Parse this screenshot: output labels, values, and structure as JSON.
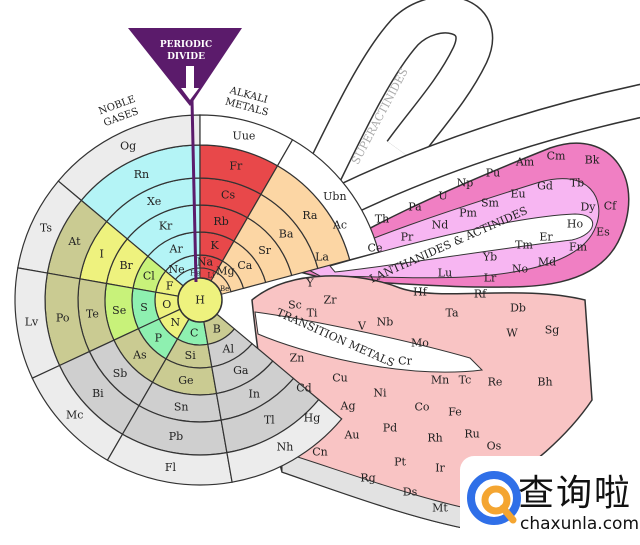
{
  "labels": {
    "divide": [
      "PERIODIC",
      "DIVIDE"
    ],
    "noble": [
      "NOBLE",
      "GASES"
    ],
    "alkali": [
      "ALKALI",
      "METALS"
    ],
    "superactinides": "SUPERACTINIDES",
    "lanthanides": "LANTHANIDES & ACTINIDES",
    "transition": "TRANSITION METALS"
  },
  "colors": {
    "divide": "#5b1b6b",
    "cyan": "#b4f4f6",
    "red": "#e8484a",
    "orange": "#fcd6a4",
    "yellow": "#eef27e",
    "lime": "#c8f27a",
    "green": "#8ef0b0",
    "olive": "#cacb92",
    "gray": "#cfcfcf",
    "light": "#ececec",
    "transition": "#f9c4c4",
    "lanthanide": "#f7b6f2",
    "actinide": "#f07fc3"
  },
  "spiral": {
    "center": "H",
    "groups": [
      {
        "name": "noble-gases",
        "tiny": "He",
        "elements": [
          "Ne",
          "Ar",
          "Kr",
          "Xe",
          "Rn",
          "Og"
        ],
        "fills": [
          "cyan",
          "cyan",
          "cyan",
          "cyan",
          "cyan",
          "light"
        ]
      },
      {
        "name": "alkali-metals",
        "tiny": "Li",
        "elements": [
          "Na",
          "K",
          "Rb",
          "Cs",
          "Fr",
          "Uue"
        ],
        "fills": [
          "red",
          "red",
          "red",
          "red",
          "red",
          "white"
        ]
      },
      {
        "name": "alkaline-earth",
        "tiny": "Be",
        "elements": [
          "Mg",
          "Ca",
          "Sr",
          "Ba",
          "Ra",
          "Ubn"
        ],
        "fills": [
          "orange",
          "orange",
          "orange",
          "orange",
          "orange",
          "white"
        ]
      },
      {
        "name": "halogens",
        "tiny": "",
        "elements": [
          "F",
          "Cl",
          "Br",
          "I",
          "At",
          "Ts"
        ],
        "fills": [
          "yellow",
          "lime",
          "yellow",
          "yellow",
          "olive",
          "light"
        ]
      },
      {
        "name": "chalcogens",
        "tiny": "",
        "elements": [
          "O",
          "S",
          "Se",
          "Te",
          "Po",
          "Lv"
        ],
        "fills": [
          "yellow",
          "green",
          "lime",
          "olive",
          "olive",
          "light"
        ]
      },
      {
        "name": "pnictogens",
        "tiny": "",
        "elements": [
          "N",
          "P",
          "As",
          "Sb",
          "Bi",
          "Mc"
        ],
        "fills": [
          "yellow",
          "green",
          "olive",
          "gray",
          "gray",
          "light"
        ]
      },
      {
        "name": "group-14",
        "tiny": "",
        "elements": [
          "C",
          "Si",
          "Ge",
          "Sn",
          "Pb",
          "Fl"
        ],
        "fills": [
          "green",
          "olive",
          "olive",
          "gray",
          "gray",
          "light"
        ]
      },
      {
        "name": "group-13",
        "tiny": "",
        "elements": [
          "B",
          "Al",
          "Ga",
          "In",
          "Tl",
          "Nh"
        ],
        "fills": [
          "olive",
          "gray",
          "gray",
          "gray",
          "gray",
          "light"
        ]
      }
    ]
  },
  "transition_metals": [
    "Sc",
    "Y",
    "Ti",
    "Zr",
    "V",
    "Nb",
    "Cr",
    "Mo",
    "Mn",
    "Tc",
    "Re",
    "Bh",
    "Fe",
    "Ru",
    "Os",
    "Co",
    "Rh",
    "Ir",
    "Ni",
    "Pd",
    "Pt",
    "Cu",
    "Ag",
    "Au",
    "Zn",
    "Cd",
    "Hg",
    "Cn",
    "Rg",
    "Ds",
    "Mt",
    "Hf",
    "Ta",
    "W",
    "Sg",
    "Rf",
    "Db"
  ],
  "lanthanides": [
    "La",
    "Ce",
    "Pr",
    "Nd",
    "Pm",
    "Sm",
    "Eu",
    "Gd",
    "Tb",
    "Dy",
    "Ho",
    "Er",
    "Tm",
    "Yb",
    "Lu"
  ],
  "actinides": [
    "Ac",
    "Th",
    "Pa",
    "U",
    "Np",
    "Pu",
    "Am",
    "Cm",
    "Bk",
    "Cf",
    "Es",
    "Fm",
    "Md",
    "No",
    "Lr"
  ],
  "watermark": {
    "brand": "查询啦",
    "url": "chaxunla.com"
  }
}
